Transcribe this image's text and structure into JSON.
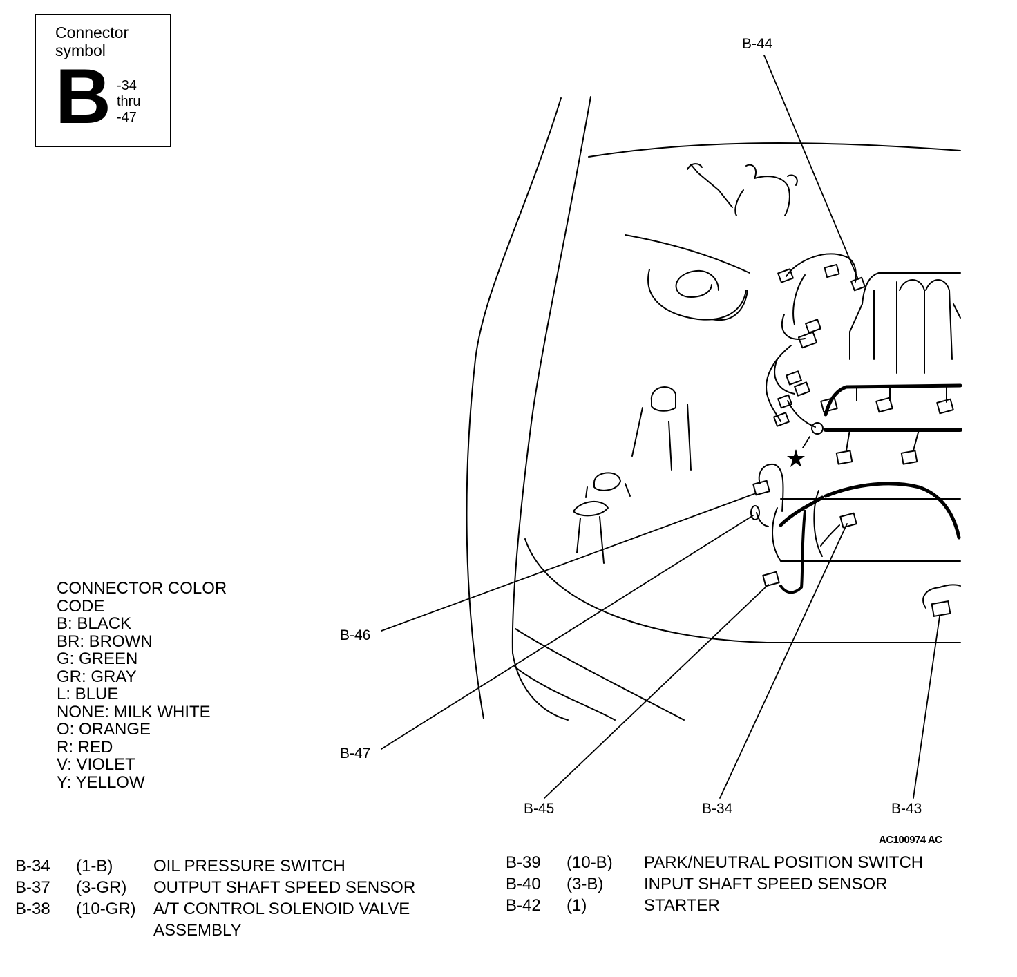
{
  "symbol_box": {
    "title_line1": "Connector",
    "title_line2": "symbol",
    "letter": "B",
    "range_line1": "-34",
    "range_line2": "thru",
    "range_line3": "-47"
  },
  "color_code": {
    "heading_line1": "CONNECTOR COLOR",
    "heading_line2": "CODE",
    "entries": [
      "B: BLACK",
      "BR: BROWN",
      "G: GREEN",
      "GR: GRAY",
      "L: BLUE",
      "NONE: MILK WHITE",
      "O: ORANGE",
      "R: RED",
      "V: VIOLET",
      "Y: YELLOW"
    ]
  },
  "callouts": {
    "b44": "B-44",
    "b46": "B-46",
    "b47": "B-47",
    "b45": "B-45",
    "b34": "B-34",
    "b43": "B-43"
  },
  "figure_id": "AC100974 AC",
  "connectors_left": [
    {
      "id": "B-34",
      "spec": "(1-B)",
      "name": "OIL PRESSURE SWITCH"
    },
    {
      "id": "B-37",
      "spec": "(3-GR)",
      "name": "OUTPUT SHAFT SPEED SENSOR"
    },
    {
      "id": "B-38",
      "spec": "(10-GR)",
      "name": "A/T CONTROL SOLENOID VALVE"
    },
    {
      "id": "",
      "spec": "",
      "name": "ASSEMBLY"
    }
  ],
  "connectors_right": [
    {
      "id": "B-39",
      "spec": "(10-B)",
      "name": "PARK/NEUTRAL POSITION SWITCH"
    },
    {
      "id": "B-40",
      "spec": "(3-B)",
      "name": "INPUT SHAFT SPEED SENSOR"
    },
    {
      "id": "B-42",
      "spec": "(1)",
      "name": "STARTER"
    }
  ],
  "colors": {
    "ink": "#000000",
    "paper": "#ffffff"
  }
}
